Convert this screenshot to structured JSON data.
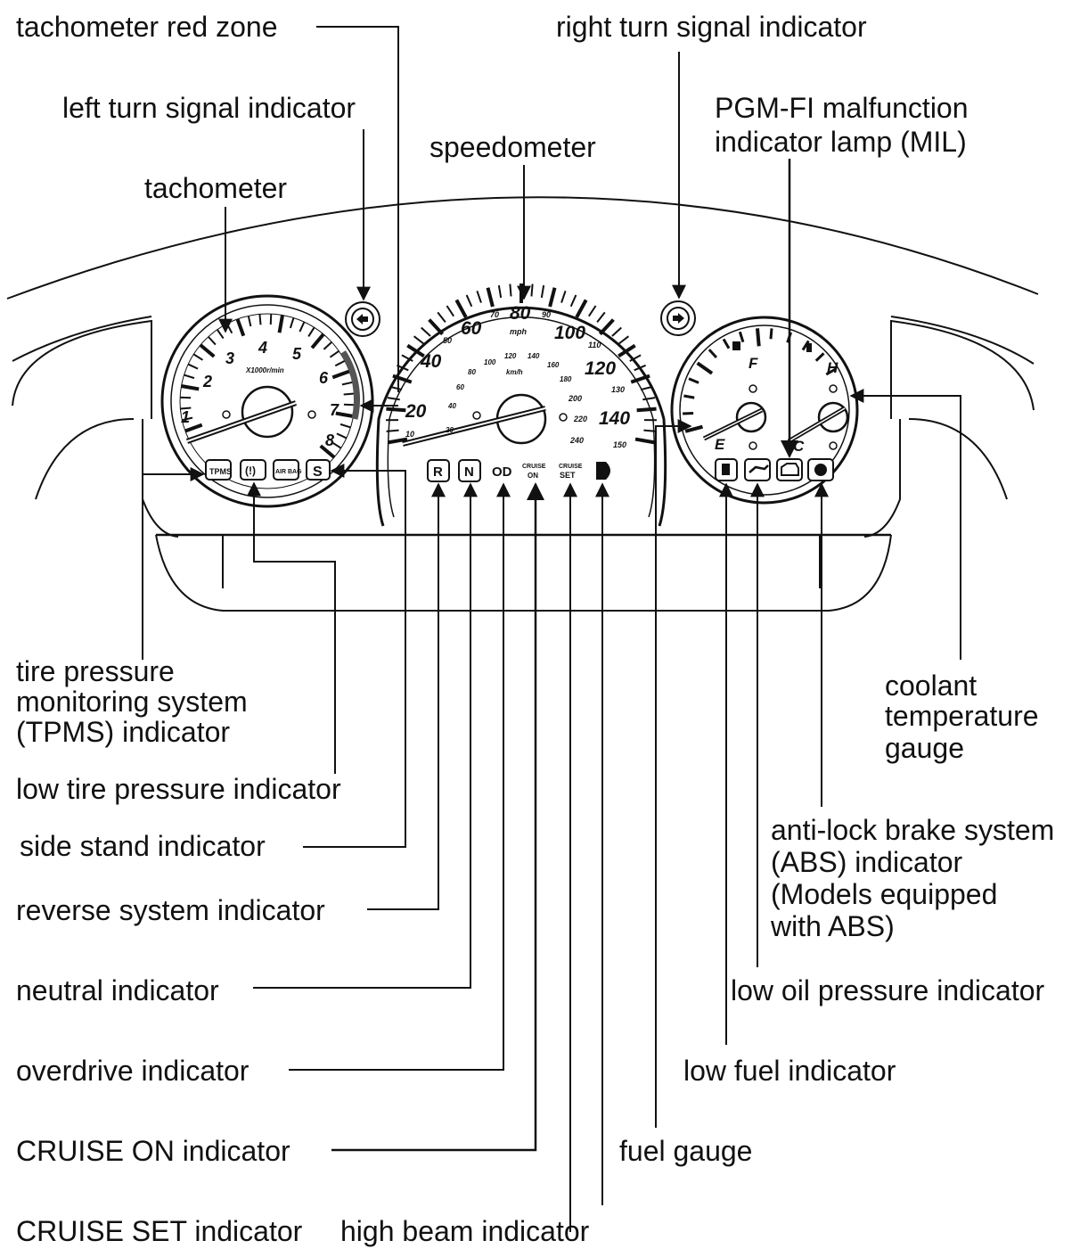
{
  "labels": {
    "tach_red_zone": "tachometer red zone",
    "right_turn": "right turn signal indicator",
    "left_turn": "left turn signal indicator",
    "pgm_fi_1": "PGM-FI malfunction",
    "pgm_fi_2": "indicator lamp (MIL)",
    "speedometer": "speedometer",
    "tachometer": "tachometer",
    "tpms_1": "tire pressure",
    "tpms_2": "monitoring system",
    "tpms_3": "(TPMS) indicator",
    "low_tire": "low tire pressure indicator",
    "side_stand": "side stand indicator",
    "reverse": "reverse system indicator",
    "neutral": "neutral indicator",
    "overdrive": "overdrive indicator",
    "cruise_on": "CRUISE ON indicator",
    "cruise_set": "CRUISE SET indicator",
    "high_beam": "high beam indicator",
    "coolant_1": "coolant",
    "coolant_2": "temperature",
    "coolant_3": "gauge",
    "abs_1": "anti-lock brake system",
    "abs_2": "(ABS) indicator",
    "abs_3": "(Models equipped",
    "abs_4": "with ABS)",
    "low_oil": "low oil pressure indicator",
    "low_fuel": "low fuel indicator",
    "fuel_gauge": "fuel gauge"
  },
  "tachometer_dial": {
    "numbers": [
      "1",
      "2",
      "3",
      "4",
      "5",
      "6",
      "7",
      "8"
    ],
    "unit": "X1000r/min"
  },
  "speedometer_dial": {
    "mph_numbers": [
      "20",
      "40",
      "60",
      "80",
      "100",
      "120",
      "140"
    ],
    "mph_minor": [
      "10",
      "50",
      "70",
      "90",
      "110",
      "130",
      "150"
    ],
    "kmh_numbers": [
      "20",
      "40",
      "60",
      "80",
      "100",
      "120",
      "140",
      "160",
      "180",
      "200",
      "220",
      "240"
    ],
    "mph_unit": "mph",
    "kmh_unit": "km/h"
  },
  "fuel_dial": {
    "full": "F",
    "empty": "E"
  },
  "temp_dial": {
    "hot": "H",
    "cold": "C"
  },
  "indicators": {
    "tpms": "TPMS",
    "low_tire": "(!)",
    "airbag": "AIR BAG",
    "side_stand": "S",
    "reverse": "R",
    "neutral": "N",
    "overdrive": "OD",
    "cruise_on_top": "CRUISE",
    "cruise_on_bottom": "ON",
    "cruise_set_top": "CRUISE",
    "cruise_set_bottom": "SET"
  }
}
